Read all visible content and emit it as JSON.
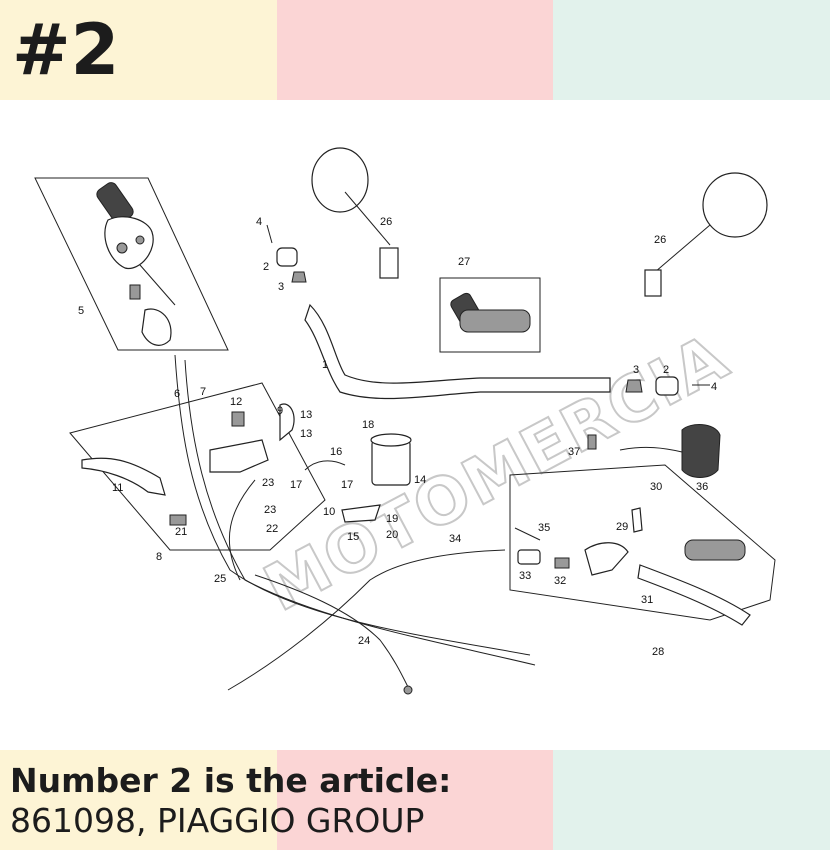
{
  "badge": {
    "text": "#2"
  },
  "caption": {
    "line1": "Number 2 is the article:",
    "line2": "861098, PIAGGIO GROUP"
  },
  "watermark": {
    "text": "MOTOMERCIA"
  },
  "colors": {
    "yellow": "#fdf4d5",
    "pink": "#fbd5d5",
    "mint": "#e2f2ec",
    "text": "#1c1c1c"
  },
  "callouts": {
    "c1": "1",
    "c2a": "2",
    "c2b": "2",
    "c3a": "3",
    "c3b": "3",
    "c4a": "4",
    "c4b": "4",
    "c5": "5",
    "c6": "6",
    "c7": "7",
    "c8": "8",
    "c9": "9",
    "c10": "10",
    "c11": "11",
    "c12": "12",
    "c13a": "13",
    "c13b": "13",
    "c14": "14",
    "c15": "15",
    "c16": "16",
    "c17a": "17",
    "c17b": "17",
    "c18": "18",
    "c19": "19",
    "c20": "20",
    "c21": "21",
    "c22": "22",
    "c23a": "23",
    "c23b": "23",
    "c24": "24",
    "c25": "25",
    "c26a": "26",
    "c26b": "26",
    "c27": "27",
    "c28": "28",
    "c29": "29",
    "c30": "30",
    "c31": "31",
    "c32": "32",
    "c33": "33",
    "c34": "34",
    "c35": "35",
    "c36": "36",
    "c37": "37"
  }
}
